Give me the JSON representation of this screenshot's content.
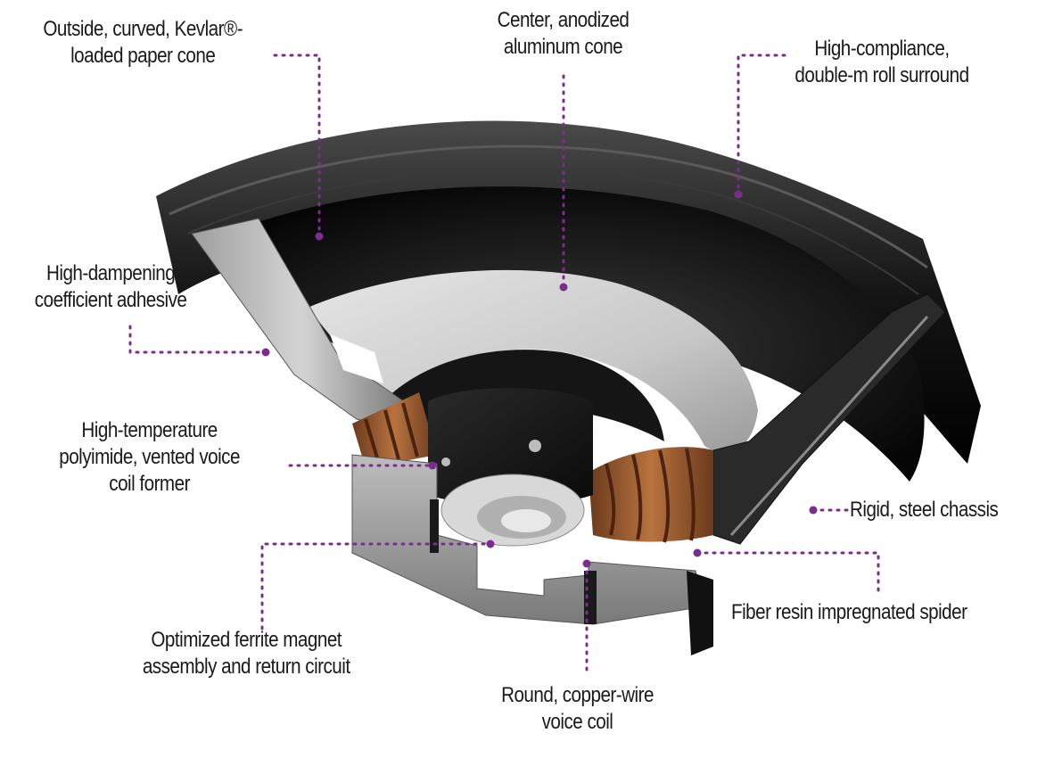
{
  "accent_color": "#7b2d8e",
  "labels": {
    "paper_cone": [
      "Outside, curved, Kevlar®-",
      "loaded paper cone"
    ],
    "aluminum_cone": [
      "Center, anodized",
      "aluminum cone"
    ],
    "surround": [
      "High-compliance,",
      "double-m roll surround"
    ],
    "adhesive": [
      "High-dampening",
      "coefficient adhesive"
    ],
    "coil_former": [
      "High-temperature",
      "polyimide, vented voice",
      "coil former"
    ],
    "chassis": [
      "Rigid, steel chassis"
    ],
    "spider": [
      "Fiber resin impregnated spider"
    ],
    "magnet": [
      "Optimized ferrite magnet",
      "assembly and return circuit"
    ],
    "voice_coil": [
      "Round, copper-wire",
      "voice coil"
    ]
  }
}
